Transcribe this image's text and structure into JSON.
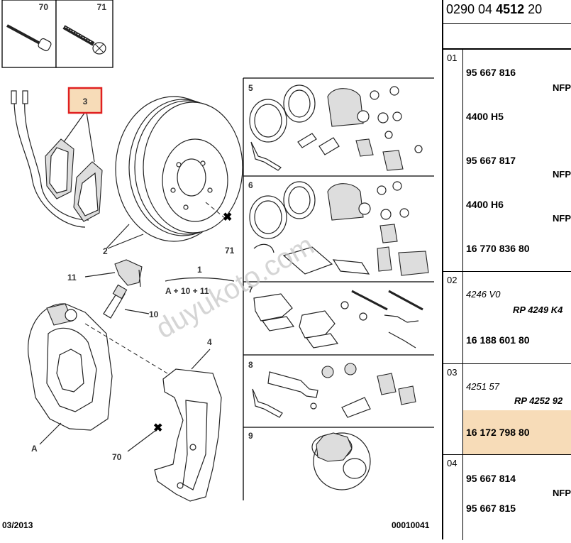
{
  "diagram": {
    "box_70": "70",
    "box_71": "71",
    "label_3": "3",
    "label_2": "2",
    "label_71": "71",
    "label_11": "11",
    "label_1": "1",
    "formula": "A + 10 + 11",
    "label_10": "10",
    "label_4": "4",
    "label_A": "A",
    "label_70": "70",
    "kit_5": "5",
    "kit_6": "6",
    "kit_7": "7",
    "kit_8": "8",
    "kit_9": "9",
    "watermark": "duyukoto.com",
    "footer_date": "03/2013",
    "footer_code": "00010041"
  },
  "reference": {
    "prefix": "0290 04 ",
    "bold": "4512",
    "suffix": " 20"
  },
  "groups": [
    {
      "index": "01",
      "lines": [
        {
          "text": "95 667 816",
          "style": "bold"
        },
        {
          "text": "NFP",
          "style": "right"
        },
        {
          "text": "4400 H5",
          "style": "bold"
        },
        {
          "text": "95 667 817",
          "style": "bold"
        },
        {
          "text": "NFP",
          "style": "right"
        },
        {
          "text": "4400 H6",
          "style": "bold"
        },
        {
          "text": "NFP",
          "style": "right"
        },
        {
          "text": "16 770 836 80",
          "style": "bold"
        }
      ]
    },
    {
      "index": "02",
      "lines": [
        {
          "text": "4246 V0",
          "style": "italic"
        },
        {
          "text": "RP 4249 K4",
          "style": "right-italic"
        },
        {
          "text": "16 188 601 80",
          "style": "bold"
        }
      ]
    },
    {
      "index": "03",
      "lines": [
        {
          "text": "4251 57",
          "style": "italic"
        },
        {
          "text": "RP 4252 92",
          "style": "right-italic"
        },
        {
          "text": "16 172 798 80",
          "style": "bold-highlight"
        }
      ]
    },
    {
      "index": "04",
      "lines": [
        {
          "text": "95 667 814",
          "style": "bold"
        },
        {
          "text": "NFP",
          "style": "right"
        },
        {
          "text": "95 667 815",
          "style": "bold"
        }
      ]
    }
  ],
  "colors": {
    "highlight": "#f7dcb8",
    "callout_border": "#e02020",
    "callout_fill": "#f7dcb8",
    "watermark": "#c8c8c8"
  }
}
